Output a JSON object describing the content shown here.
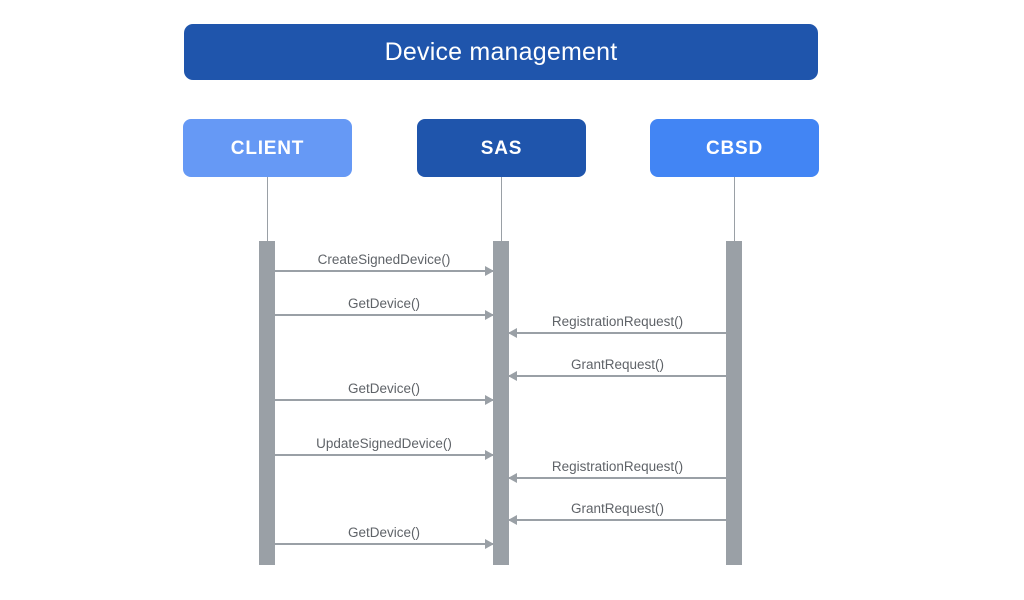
{
  "diagram": {
    "type": "sequence-diagram",
    "title": "Device management",
    "colors": {
      "title_bar": "#1f55ac",
      "client_box": "#6699f5",
      "sas_box": "#1f55ac",
      "cbsd_box": "#4285f4",
      "activation_bar": "#9aa0a6",
      "arrow_line": "#9aa0a6",
      "label_text": "#5f6368",
      "background": "#ffffff"
    },
    "participants": [
      {
        "id": "client",
        "label": "CLIENT",
        "color": "#6699f5"
      },
      {
        "id": "sas",
        "label": "SAS",
        "color": "#1f55ac"
      },
      {
        "id": "cbsd",
        "label": "CBSD",
        "color": "#4285f4"
      }
    ],
    "messages": [
      {
        "label": "CreateSignedDevice()",
        "from": "client",
        "to": "sas",
        "direction": "right",
        "order": 1
      },
      {
        "label": "GetDevice()",
        "from": "client",
        "to": "sas",
        "direction": "right",
        "order": 2
      },
      {
        "label": "RegistrationRequest()",
        "from": "cbsd",
        "to": "sas",
        "direction": "left",
        "order": 3
      },
      {
        "label": "GrantRequest()",
        "from": "cbsd",
        "to": "sas",
        "direction": "left",
        "order": 4
      },
      {
        "label": "GetDevice()",
        "from": "client",
        "to": "sas",
        "direction": "right",
        "order": 5
      },
      {
        "label": "UpdateSignedDevice()",
        "from": "client",
        "to": "sas",
        "direction": "right",
        "order": 6
      },
      {
        "label": "RegistrationRequest()",
        "from": "cbsd",
        "to": "sas",
        "direction": "left",
        "order": 7
      },
      {
        "label": "GrantRequest()",
        "from": "cbsd",
        "to": "sas",
        "direction": "left",
        "order": 8
      },
      {
        "label": "GetDevice()",
        "from": "client",
        "to": "sas",
        "direction": "right",
        "order": 9
      }
    ]
  }
}
